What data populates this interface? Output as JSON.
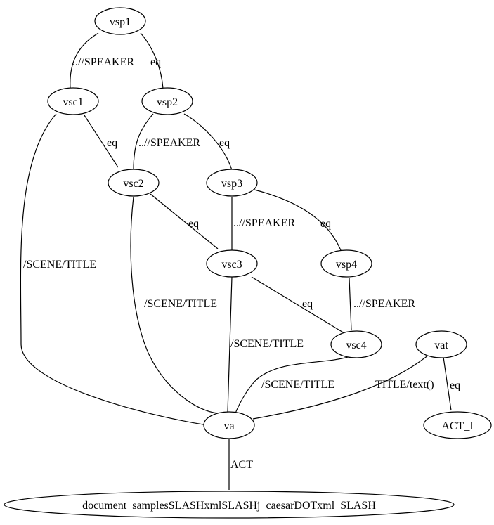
{
  "graph": {
    "nodes": {
      "vsp1": "vsp1",
      "vsc1": "vsc1",
      "vsp2": "vsp2",
      "vsc2": "vsc2",
      "vsp3": "vsp3",
      "vsc3": "vsc3",
      "vsp4": "vsp4",
      "vsc4": "vsc4",
      "vat": "vat",
      "va": "va",
      "act_i": "ACT_I",
      "doc": "document_samplesSLASHxmlSLASHj_caesarDOTxml_SLASH"
    },
    "edges": {
      "vsp1_vsc1": "..//SPEAKER",
      "vsp1_vsp2": "eq",
      "vsc1_vsc2": "eq",
      "vsc1_va": "/SCENE/TITLE",
      "vsp2_vsc2": "..//SPEAKER",
      "vsp2_vsp3": "eq",
      "vsc2_vsc3": "eq",
      "vsc2_va": "/SCENE/TITLE",
      "vsp3_vsc3": "..//SPEAKER",
      "vsp3_vsp4": "eq",
      "vsc3_vsc4": "eq",
      "vsc3_va": "/SCENE/TITLE",
      "vsp4_vsc4": "..//SPEAKER",
      "vsc4_va": "/SCENE/TITLE",
      "vat_va": "TITLE/text()",
      "vat_act_i": "eq",
      "va_doc": "ACT"
    }
  }
}
